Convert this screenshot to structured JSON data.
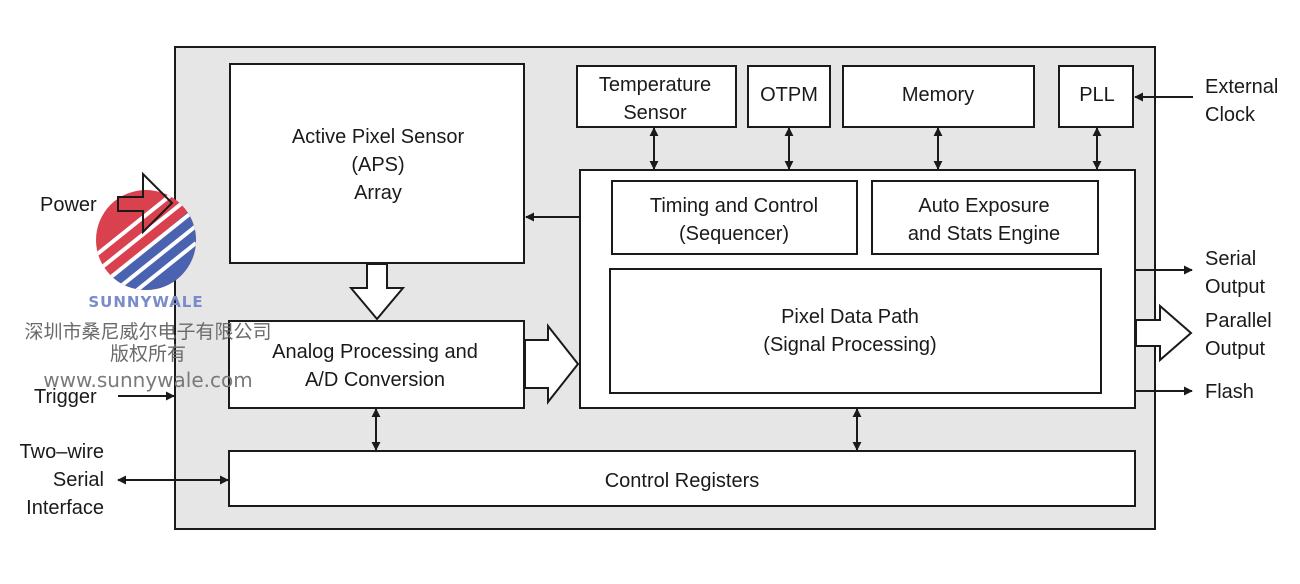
{
  "blocks": {
    "aps": [
      "Active Pixel Sensor",
      "(APS)",
      "Array"
    ],
    "analog": [
      "Analog Processing and",
      "A/D Conversion"
    ],
    "temperature": [
      "Temperature",
      "Sensor"
    ],
    "otpm": [
      "OTPM"
    ],
    "memory": [
      "Memory"
    ],
    "pll": [
      "PLL"
    ],
    "timing": [
      "Timing and Control",
      "(Sequencer)"
    ],
    "auto_exposure": [
      "Auto Exposure",
      "and Stats Engine"
    ],
    "pixel_path": [
      "Pixel Data Path",
      "(Signal Processing)"
    ],
    "control_registers": [
      "Control Registers"
    ]
  },
  "external": {
    "power": [
      "Power"
    ],
    "trigger": [
      "Trigger"
    ],
    "two_wire": [
      "Two–wire",
      "Serial",
      "Interface"
    ],
    "external_clock": [
      "External",
      "Clock"
    ],
    "serial_output": [
      "Serial",
      "Output"
    ],
    "parallel_output": [
      "Parallel",
      "Output"
    ],
    "flash": [
      "Flash"
    ]
  },
  "watermark": {
    "brand": "SUNNYWALE",
    "company": "深圳市桑尼威尔电子有限公司",
    "rights": "版权所有",
    "url": "www.sunnywale.com"
  },
  "colors": {
    "chip_background": "#e6e6e6",
    "block_fill": "#ffffff",
    "line": "#1a1a1a",
    "logo_red": "#d9414e",
    "logo_blue": "#4a63b0"
  }
}
